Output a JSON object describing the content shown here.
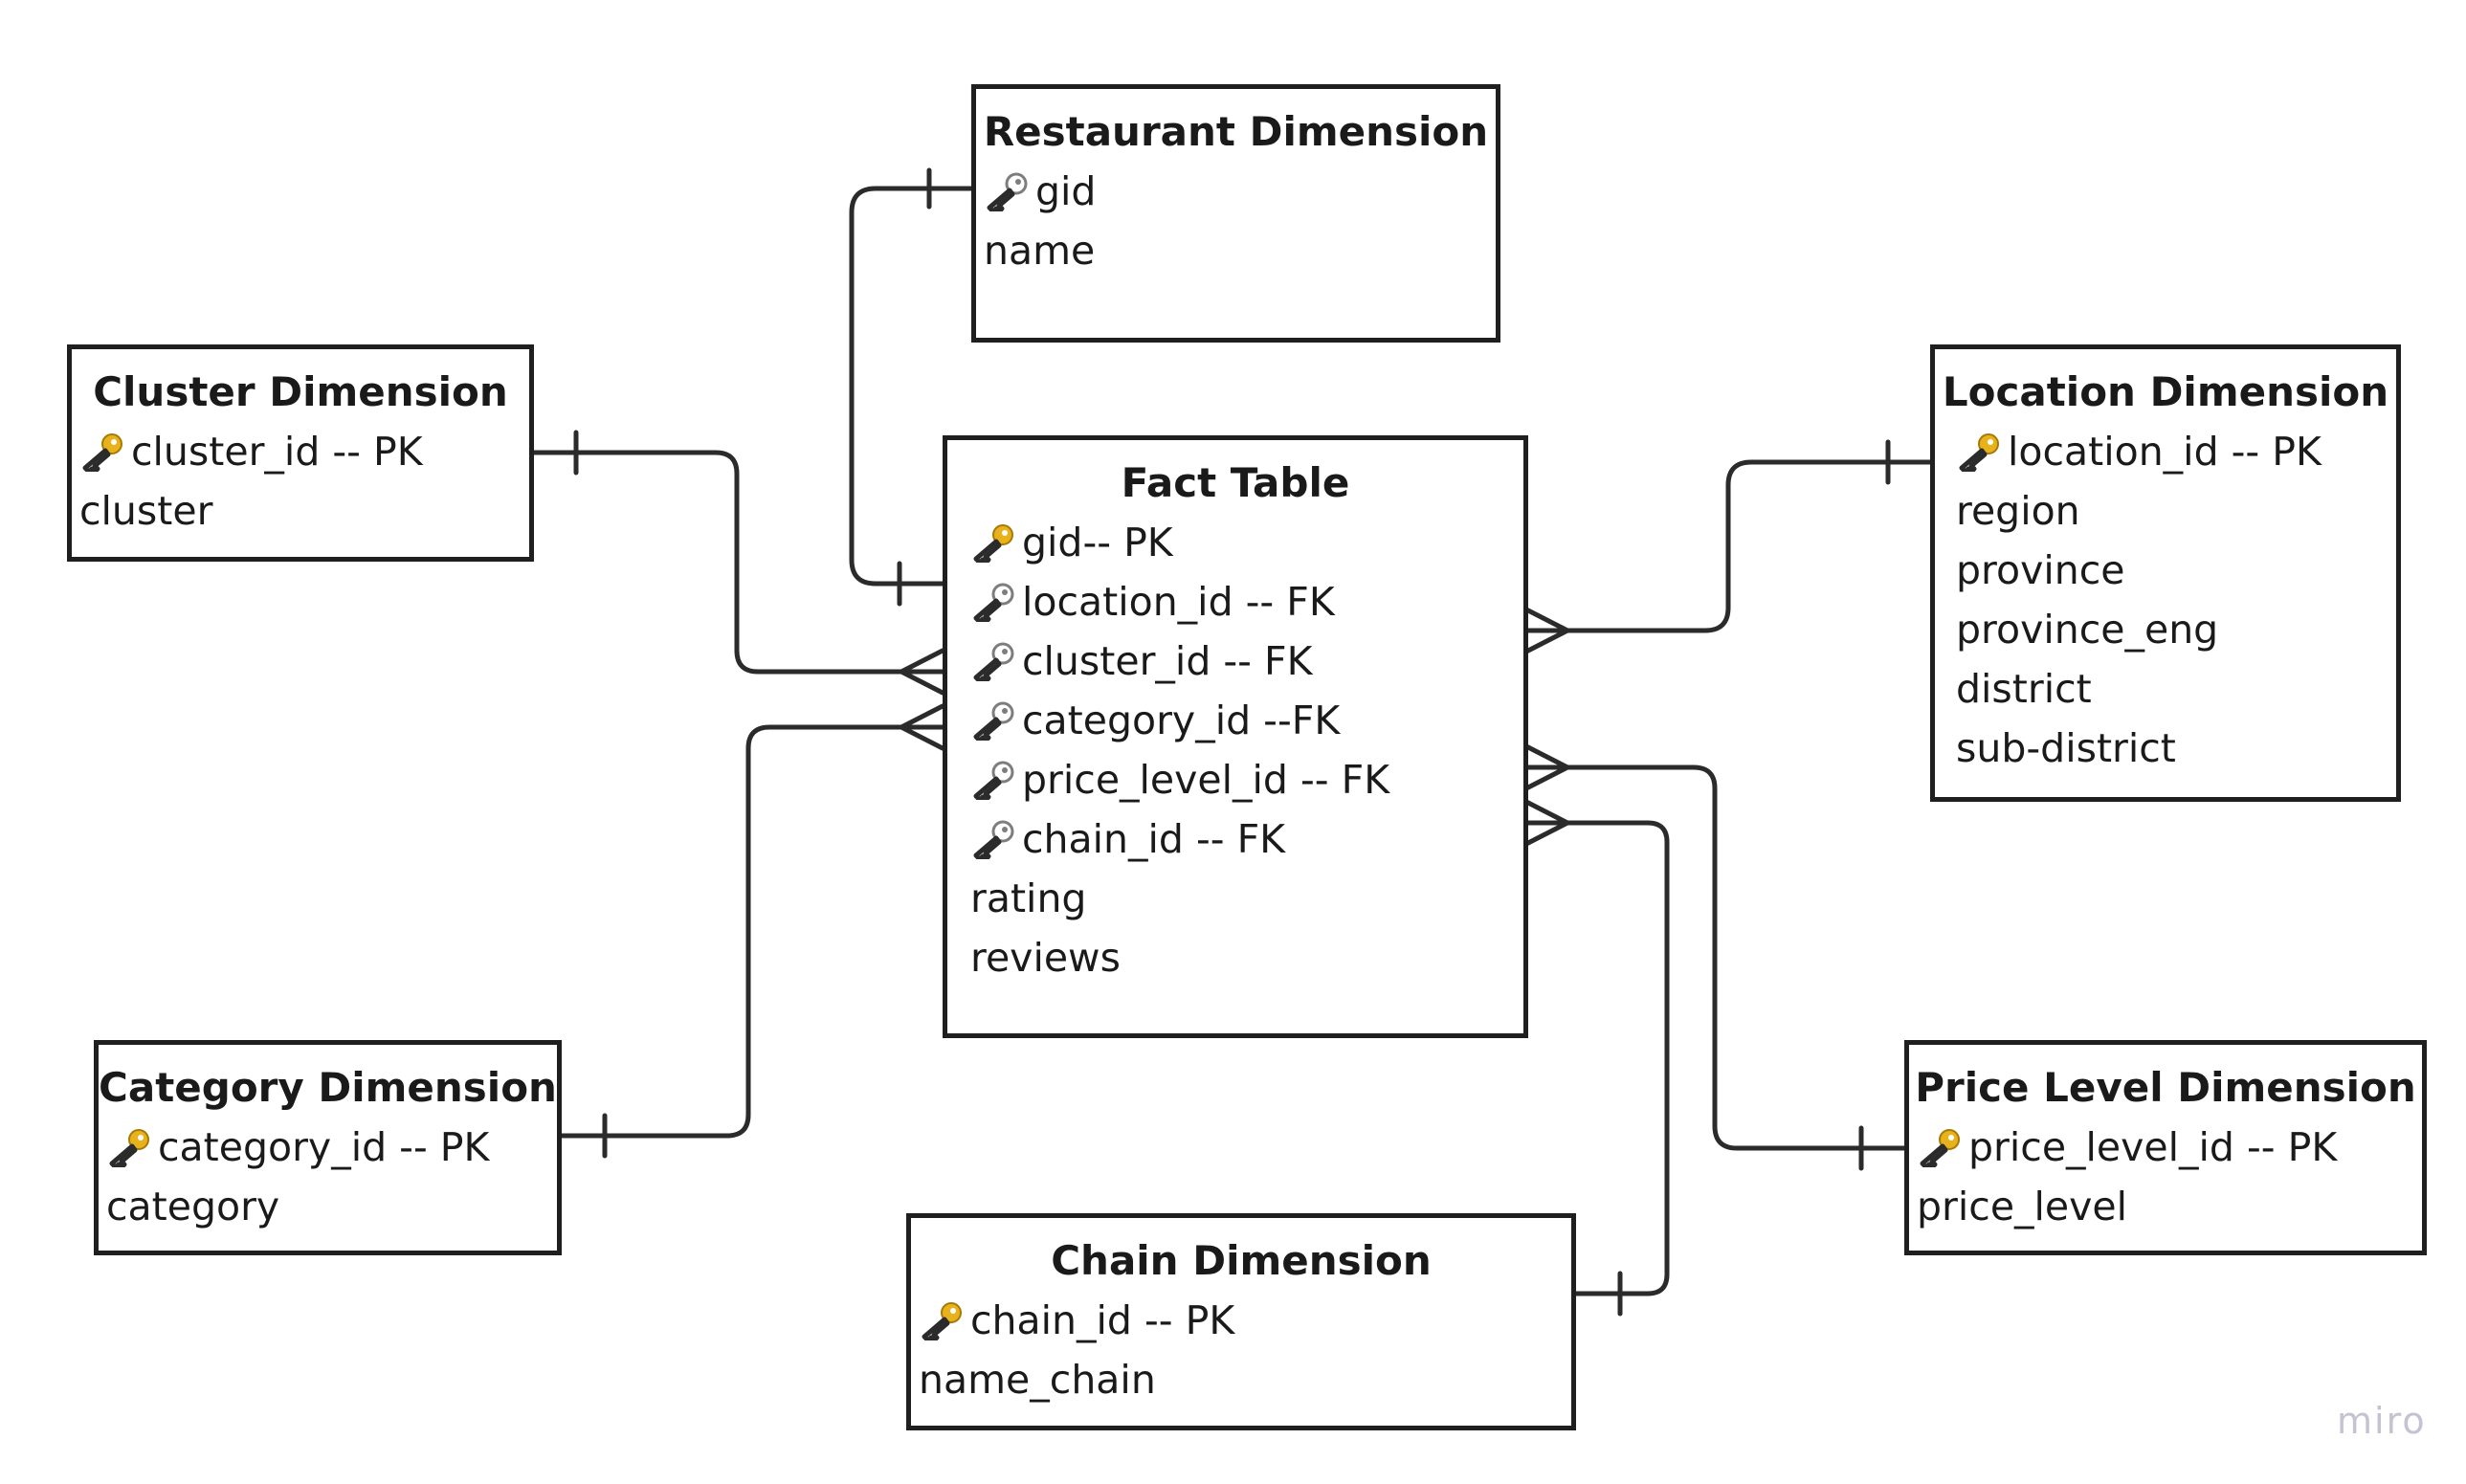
{
  "colors": {
    "stroke": "#1f1f1f",
    "pk_key": "#e8b21d",
    "fk_key": "#7d7d7d",
    "brand": "#c3c3d2"
  },
  "entities": {
    "restaurant": {
      "title": "Restaurant Dimension",
      "attrs": [
        {
          "text": "gid",
          "icon": "fk-key-icon"
        },
        {
          "text": "name",
          "icon": ""
        }
      ]
    },
    "cluster": {
      "title": "Cluster Dimension",
      "attrs": [
        {
          "text": "cluster_id -- PK",
          "icon": "pk-key-icon"
        },
        {
          "text": "cluster",
          "icon": ""
        }
      ]
    },
    "fact": {
      "title": "Fact Table",
      "attrs": [
        {
          "text": "gid-- PK",
          "icon": "pk-key-icon"
        },
        {
          "text": "location_id -- FK",
          "icon": "fk-key-icon"
        },
        {
          "text": "cluster_id -- FK",
          "icon": "fk-key-icon"
        },
        {
          "text": "category_id --FK",
          "icon": "fk-key-icon"
        },
        {
          "text": "price_level_id -- FK",
          "icon": "fk-key-icon"
        },
        {
          "text": "chain_id -- FK",
          "icon": "fk-key-icon"
        },
        {
          "text": "rating",
          "icon": ""
        },
        {
          "text": "reviews",
          "icon": ""
        }
      ]
    },
    "location": {
      "title": "Location Dimension",
      "attrs": [
        {
          "text": "location_id -- PK",
          "icon": "pk-key-icon"
        },
        {
          "text": "region",
          "icon": ""
        },
        {
          "text": "province",
          "icon": ""
        },
        {
          "text": "province_eng",
          "icon": ""
        },
        {
          "text": "district",
          "icon": ""
        },
        {
          "text": "sub-district",
          "icon": ""
        }
      ]
    },
    "category": {
      "title": "Category Dimension",
      "attrs": [
        {
          "text": "category_id -- PK",
          "icon": "pk-key-icon"
        },
        {
          "text": "category",
          "icon": ""
        }
      ]
    },
    "chain": {
      "title": "Chain Dimension",
      "attrs": [
        {
          "text": "chain_id -- PK",
          "icon": "pk-key-icon"
        },
        {
          "text": "name_chain",
          "icon": ""
        }
      ]
    },
    "price": {
      "title": "Price Level Dimension",
      "attrs": [
        {
          "text": "price_level_id -- PK",
          "icon": "pk-key-icon"
        },
        {
          "text": "price_level",
          "icon": ""
        }
      ]
    }
  },
  "relationships": [
    {
      "from": "restaurant",
      "to": "fact",
      "from_end": "one",
      "to_end": "one"
    },
    {
      "from": "cluster",
      "to": "fact",
      "from_end": "one",
      "to_end": "many"
    },
    {
      "from": "category",
      "to": "fact",
      "from_end": "one",
      "to_end": "many"
    },
    {
      "from": "location",
      "to": "fact",
      "from_end": "one",
      "to_end": "many"
    },
    {
      "from": "price",
      "to": "fact",
      "from_end": "one",
      "to_end": "many"
    },
    {
      "from": "chain",
      "to": "fact",
      "from_end": "one",
      "to_end": "many"
    }
  ],
  "brand": "miro"
}
